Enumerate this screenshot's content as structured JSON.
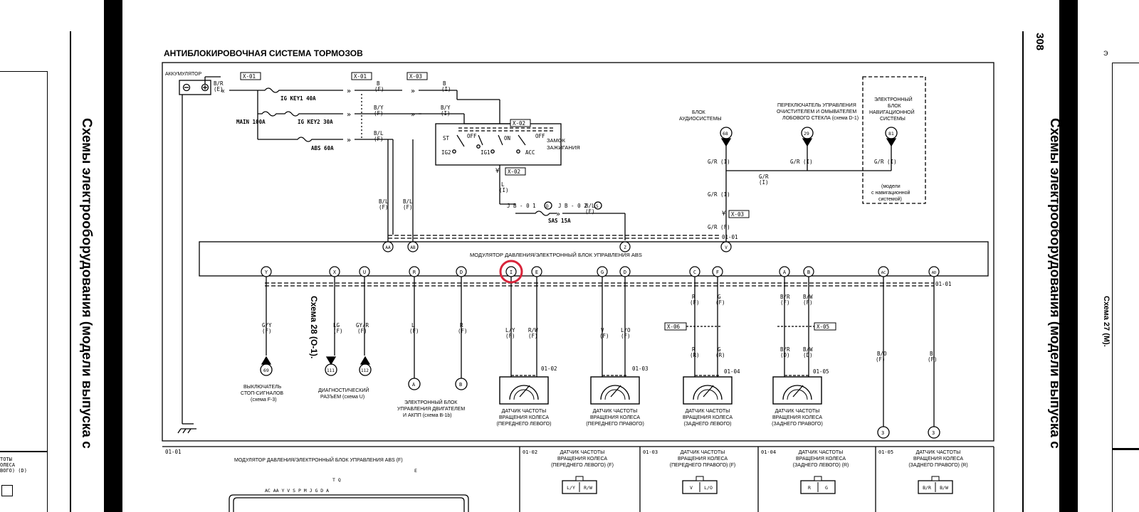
{
  "header": {
    "title": "АНТИБЛОКИРОВОЧНАЯ СИСТЕМА ТОРМОЗОВ",
    "page_number": "308",
    "side_title": "Схемы электрооборудования (модели выпуска с",
    "scheme_label": "Схема 28 (O-1).",
    "left_side_title": "Схемы электрооборудования (модели выпуска с",
    "right_scheme_label": "Схема 27 (M).",
    "right_edge_fragment": "Э"
  },
  "left_page": {
    "legend_lines": [
      "ТОТЫ",
      "ОЛЕСА",
      "ВОГО) (D)"
    ]
  },
  "power": {
    "battery_label": "АККУМУЛЯТОР",
    "batt_conn": "X-01",
    "batt_wire": "B/R",
    "batt_wire_pin": "(E)",
    "fuse_ig1": "IG KEY1 40A",
    "fuse_main": "MAIN 100A",
    "fuse_ig2": "IG KEY2 30A",
    "fuse_abs": "ABS 60A",
    "conn_x01b": "X-01",
    "conn_x03a": "X-03",
    "w_b": "B",
    "w_b_pin": "(F)",
    "w_b2": "B",
    "w_b2_pin": "(I)",
    "w_by": "B/Y",
    "w_by_pin": "(F)",
    "w_by2": "B/Y",
    "w_by2_pin": "(I)",
    "w_bl": "B/L",
    "w_bl_pin": "(F)",
    "conn_x02a": "X-02",
    "ignition_title_1": "ЗАМОК",
    "ignition_title_2": "ЗАЖИГАНИЯ",
    "sw_st": "ST",
    "sw_off": "OFF",
    "sw_off2": "OFF",
    "sw_on": "ON",
    "sw_ig2": "IG2",
    "sw_ig1": "IG1",
    "sw_acc": "ACC",
    "conn_x02b": "X-02",
    "w_l": "L",
    "w_l_pin": "(I)",
    "jb01": "J B - 0 1",
    "jb01_pin": "D",
    "jb02": "J B - 0 2",
    "jb02_pin": "S",
    "fuse_sas": "SAS 15A",
    "w_bl2": "B/L",
    "w_bl2_pin": "(F)",
    "w_bl3": "B/L",
    "w_bl3_pin": "(F)",
    "w_bl4": "B/L",
    "w_bl4_pin": "(F)"
  },
  "aux": {
    "audio_1": "БЛОК",
    "audio_2": "АУДИОСИСТЕМЫ",
    "audio_pin": "68",
    "wiper_1": "ПЕРЕКЛЮЧАТЕЛЬ УПРАВЛЕНИЯ",
    "wiper_2": "ОЧИСТИТЕЛЕМ И ОМЫВАТЕЛЕМ",
    "wiper_3": "ЛОБОВОГО СТЕКЛА (схема D-1)",
    "wiper_pin": "29",
    "nav_1": "ЭЛЕКТРОННЫЙ",
    "nav_2": "БЛОК",
    "nav_3": "НАВИГАЦИОННОЙ",
    "nav_4": "СИСТЕМЫ",
    "nav_pin": "81",
    "nav_note_1": "(модели",
    "nav_note_2": "с навигационной",
    "nav_note_3": "системой)",
    "w_gr1": "G/R (I)",
    "w_gr2": "G/R (I)",
    "w_gr3": "G/R (I)",
    "w_gr4": "G/R",
    "w_gr4_pin": "(I)",
    "w_gr5": "G/R (I)",
    "conn_x03b": "X-03",
    "w_grf": "G/R (F)",
    "conn_0101": "01-01"
  },
  "module": {
    "title": "МОДУЛЯТОР ДАВЛЕНИЯ/ЭЛЕКТРОННЫЙ БЛОК УПРАВЛЕНИЯ ABS",
    "top_pins": [
      "AA",
      "AB",
      "Z",
      "V"
    ],
    "bottom_pins": [
      "Y",
      "X",
      "U",
      "R",
      "D",
      "I",
      "E",
      "G",
      "D",
      "C",
      "F",
      "A",
      "B",
      "AC",
      "AD"
    ],
    "conn_0101": "01-01"
  },
  "lower": {
    "w_gy": "G/Y",
    "w_gy_pin": "(F)",
    "w_lg": "LG",
    "w_lg_pin": "(F)",
    "w_gyr": "GY/R",
    "w_gyr_pin": "(F)",
    "w_l": "L",
    "w_l_pin": "(F)",
    "w_r": "R",
    "w_r_pin": "(F)",
    "w_ly": "L/Y",
    "w_ly_pin": "(F)",
    "w_rw": "R/W",
    "w_rw_pin": "(F)",
    "w_v": "V",
    "w_v_pin": "(F)",
    "w_lo": "L/O",
    "w_lo_pin": "(F)",
    "w_r2": "R",
    "w_r2_pin": "(F)",
    "w_g2": "G",
    "w_g2_pin": "(F)",
    "w_r3": "R",
    "w_r3_pin": "(R)",
    "w_g3": "G",
    "w_g3_pin": "(R)",
    "w_br": "B/R",
    "w_br_pin": "(F)",
    "w_bw": "B/W",
    "w_bw_pin": "(F)",
    "w_br2": "B/R",
    "w_br2_pin": "(D)",
    "w_bw2": "B/W",
    "w_bw2_pin": "(D)",
    "w_bo": "B/O",
    "w_bo_pin": "(F)",
    "w_b": "B",
    "w_b_pin": "(F)",
    "conn_x06": "X-06",
    "conn_x05": "X-05",
    "conn_0102": "01-02",
    "conn_0103": "01-03",
    "conn_0104": "01-04",
    "conn_0105": "01-05",
    "pin_69": "69",
    "pin_111": "111",
    "pin_112": "112",
    "pin_a": "A",
    "pin_b": "B",
    "pin_3a": "3",
    "pin_3b": "3",
    "stop_1": "ВЫКЛЮЧАТЕЛЬ",
    "stop_2": "СТОП-СИГНАЛОВ",
    "stop_3": "(схема F-3)",
    "diag_1": "ДИАГНОСТИЧЕСКИЙ",
    "diag_2": "РАЗЪЕМ (схема U)",
    "ecu_1": "ЭЛЕКТРОННЫЙ БЛОК",
    "ecu_2": "УПРАВЛЕНИЯ ДВИГАТЕЛЕМ",
    "ecu_3": "И АКПП (схема B-1b)",
    "sensors": [
      {
        "l1": "ДАТЧИК ЧАСТОТЫ",
        "l2": "ВРАЩЕНИЯ КОЛЕСА",
        "l3": "(ПЕРЕДНЕГО ЛЕВОГО)"
      },
      {
        "l1": "ДАТЧИК ЧАСТОТЫ",
        "l2": "ВРАЩЕНИЯ КОЛЕСА",
        "l3": "(ПЕРЕДНЕГО ПРАВОГО)"
      },
      {
        "l1": "ДАТЧИК ЧАСТОТЫ",
        "l2": "ВРАЩЕНИЯ КОЛЕСА",
        "l3": "(ЗАДНЕГО ЛЕВОГО)"
      },
      {
        "l1": "ДАТЧИК ЧАСТОТЫ",
        "l2": "ВРАЩЕНИЯ КОЛЕСА",
        "l3": "(ЗАДНЕГО ПРАВОГО)"
      }
    ]
  },
  "connectors": {
    "c1_code": "01-01",
    "c1_title": "МОДУЛЯТОР ДАВЛЕНИЯ/ЭЛЕКТРОННЫЙ БЛОК УПРАВЛЕНИЯ ABS (F)",
    "c1_pins_top": "T  Q",
    "c1_pins_row": "AC  AA    Y   V   S   P   M   J   G   D   A",
    "c1_pin_e": "E",
    "c2_code": "01-02",
    "c2_l1": "ДАТЧИК ЧАСТОТЫ",
    "c2_l2": "ВРАЩЕНИЯ КОЛЕСА",
    "c2_l3": "(ПЕРЕДНЕГО ЛЕВОГО) (F)",
    "c2_p1": "L/Y",
    "c2_p2": "R/W",
    "c3_code": "01-03",
    "c3_l1": "ДАТЧИК ЧАСТОТЫ",
    "c3_l2": "ВРАЩЕНИЯ КОЛЕСА",
    "c3_l3": "(ПЕРЕДНЕГО ПРАВОГО) (F)",
    "c3_p1": "V",
    "c3_p2": "L/O",
    "c4_code": "01-04",
    "c4_l1": "ДАТЧИК ЧАСТОТЫ",
    "c4_l2": "ВРАЩЕНИЯ КОЛЕСА",
    "c4_l3": "(ЗАДНЕГО ЛЕВОГО) (R)",
    "c4_p1": "R",
    "c4_p2": "G",
    "c5_code": "01-05",
    "c5_l1": "ДАТЧИК ЧАСТОТЫ",
    "c5_l2": "ВРАЩЕНИЯ КОЛЕСА",
    "c5_l3": "(ЗАДНЕГО ПРАВОГО) (R)",
    "c5_p1": "B/R",
    "c5_p2": "B/W"
  },
  "colors": {
    "highlight": "#d8243a",
    "ink": "#000000"
  }
}
